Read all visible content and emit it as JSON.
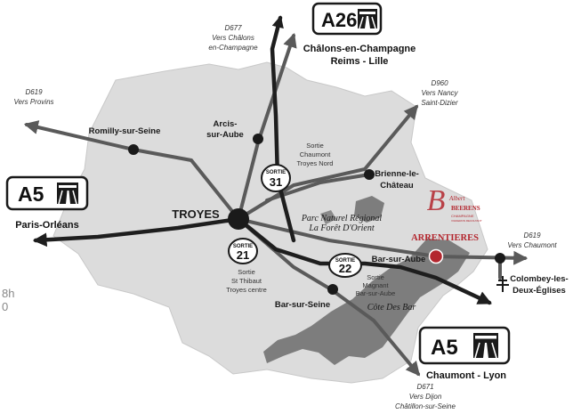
{
  "highways": {
    "a26": {
      "badge": "A26",
      "dest_line1": "Châlons-en-Champagne",
      "dest_line2": "Reims - Lille"
    },
    "a5_west": {
      "badge": "A5",
      "dest": "Paris-Orléans"
    },
    "a5_east": {
      "badge": "A5",
      "dest": "Chaumont - Lyon"
    }
  },
  "roads": {
    "d677": {
      "number": "D677",
      "line1": "Vers Châlons",
      "line2": "en-Champagne"
    },
    "d619_west": {
      "number": "D619",
      "line1": "Vers Provins"
    },
    "d960": {
      "number": "D960",
      "line1": "Vers Nancy",
      "line2": "Saint-Dizier"
    },
    "d619_east": {
      "number": "D619",
      "line1": "Vers Chaumont"
    },
    "d671": {
      "number": "D671",
      "line1": "Vers Dijon",
      "line2": "Châtillon-sur-Seine"
    }
  },
  "towns": {
    "romilly": "Romilly-sur-Seine",
    "arcis_1": "Arcis-",
    "arcis_2": "sur-Aube",
    "brienne_1": "Brienne-le-",
    "brienne_2": "Château",
    "troyes": "TROYES",
    "bar_aube": "Bar-sur-Aube",
    "bar_seine": "Bar-sur-Seine",
    "colombey_1": "Colombey-les-",
    "colombey_2": "Deux-Églises"
  },
  "sorties": {
    "s31": {
      "top": "SORTIE",
      "num": "31",
      "desc_1": "Sortie",
      "desc_2": "Chaumont",
      "desc_3": "Troyes Nord"
    },
    "s21": {
      "top": "SORTIE",
      "num": "21",
      "desc_1": "Sortie",
      "desc_2": "St Thibaut",
      "desc_3": "Troyes centre"
    },
    "s22": {
      "top": "SORTIE",
      "num": "22",
      "desc_1": "Sortie",
      "desc_2": "Magnant",
      "desc_3": "Bar-sur-Aube"
    }
  },
  "park": {
    "line1": "Parc Naturel Régional",
    "line2": "La Forêt D'Orient"
  },
  "cote": "Côte Des Bar",
  "destination": {
    "name": "ARRENTIERES",
    "logo_script_1": "Albert",
    "logo_script_2": "BEERENS",
    "logo_sub_1": "CHAMPAGNE",
    "logo_sub_2": "VIGNERON RECOLTANT",
    "pin_color": "#b3262e"
  },
  "edge_text": {
    "line1": "8h",
    "line2": "0"
  },
  "colors": {
    "region": "#dcdcdc",
    "forest": "#7d7d7d",
    "highway": "#1e1e1e",
    "road": "#5a5a5a",
    "accent": "#b3262e"
  }
}
